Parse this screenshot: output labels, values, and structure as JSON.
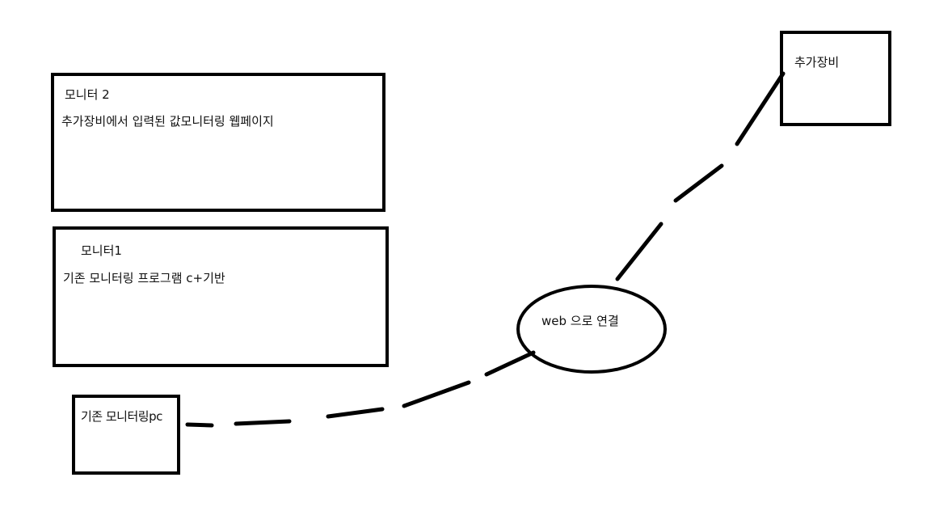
{
  "diagram": {
    "monitor2": {
      "title": "모니터 2",
      "description": "추가장비에서 입력된 값모니터링 웹페이지"
    },
    "monitor1": {
      "title": "모니터1",
      "description": "기존 모니터링 프로그램 c+기반"
    },
    "existing_pc": {
      "label": "기존 모니터링pc"
    },
    "extra_device": {
      "label": "추가장비"
    },
    "web_node": {
      "label": "web 으로 연결"
    },
    "connectors": [
      {
        "from": "existing_pc",
        "to": "web_node",
        "style": "dashed"
      },
      {
        "from": "web_node",
        "to": "extra_device",
        "style": "dashed"
      }
    ],
    "colors": {
      "stroke": "#000000",
      "background": "#ffffff"
    }
  }
}
